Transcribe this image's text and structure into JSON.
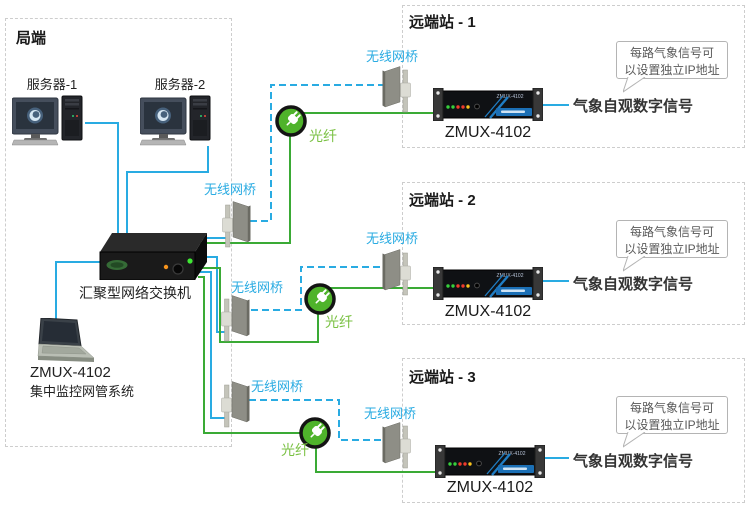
{
  "colors": {
    "line_blue": "#29abe2",
    "line_green": "#3aaa35",
    "label_blue": "#29abe2",
    "label_green": "#7ac143",
    "box_border": "#cdcdcd",
    "bubble_border": "#b4b4b4",
    "bubble_text": "#595959",
    "device_accent": "#1b75bb",
    "fiber_icon_green": "#4fb32b"
  },
  "local": {
    "title": "局端",
    "server1_label": "服务器-1",
    "server2_label": "服务器-2",
    "switch_label": "汇聚型网络交换机",
    "nms_title": "ZMUX-4102",
    "nms_subtitle": "集中监控网管系统"
  },
  "labels": {
    "wireless_bridge": "无线网桥",
    "fiber": "光纤"
  },
  "stations": [
    {
      "title": "远端站 - 1",
      "device_model": "ZMUX-4102",
      "device_label": "ZMUX-4102",
      "signal": "气象自观数字信号",
      "bubble_line1": "每路气象信号可",
      "bubble_line2": "以设置独立IP地址"
    },
    {
      "title": "远端站 - 2",
      "device_model": "ZMUX-4102",
      "device_label": "ZMUX-4102",
      "signal": "气象自观数字信号",
      "bubble_line1": "每路气象信号可",
      "bubble_line2": "以设置独立IP地址"
    },
    {
      "title": "远端站 - 3",
      "device_model": "ZMUX-4102",
      "device_label": "ZMUX-4102",
      "signal": "气象自观数字信号",
      "bubble_line1": "每路气象信号可",
      "bubble_line2": "以设置独立IP地址"
    }
  ]
}
